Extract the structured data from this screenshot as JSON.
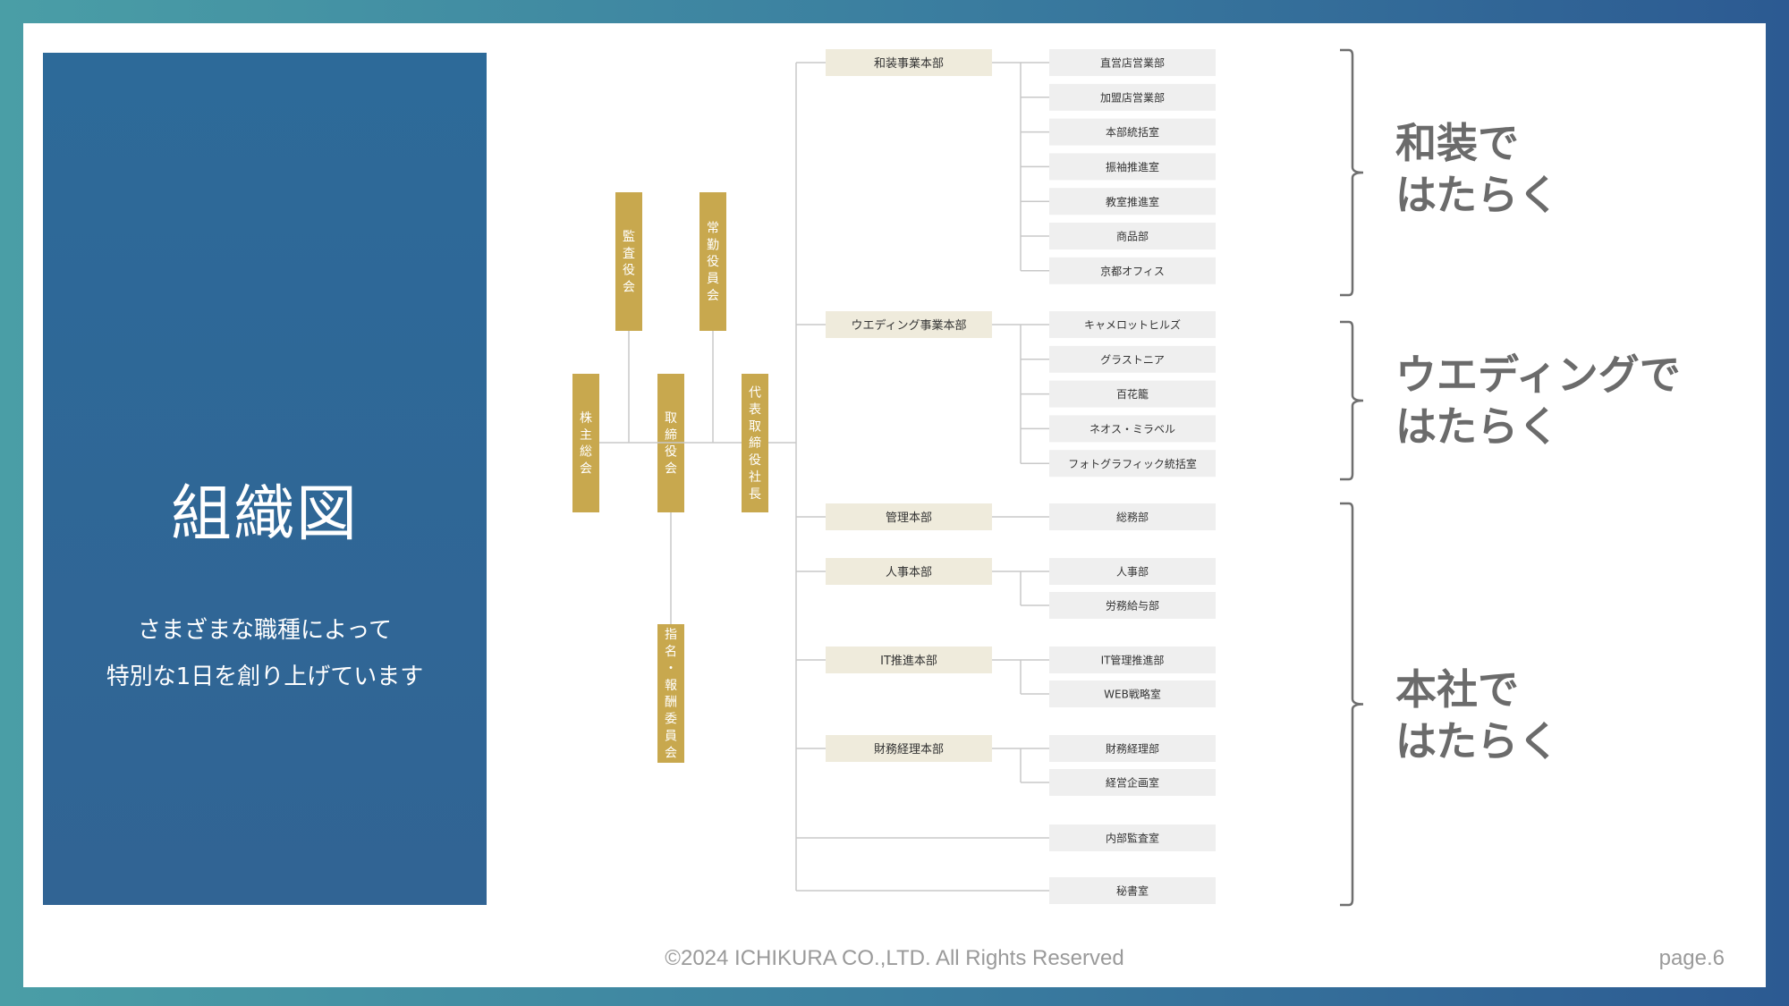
{
  "left": {
    "title": "組織図",
    "subtitle_lines": [
      "さまざまな職種によって",
      "特別な1日を創り上げています"
    ]
  },
  "governance": {
    "kansayakukai": "監査役会",
    "joukinyakuinkai": "常勤役員会",
    "kabunushi": "株主総会",
    "torishimariyakukai": "取締役会",
    "daihyo": "代表取締役社長",
    "shimei": "指名・報酬委員会"
  },
  "divisions": [
    {
      "name": "和装事業本部",
      "depts": [
        "直営店営業部",
        "加盟店営業部",
        "本部統括室",
        "振袖推進室",
        "教室推進室",
        "商品部",
        "京都オフィス"
      ]
    },
    {
      "name": "ウエディング事業本部",
      "depts": [
        "キャメロットヒルズ",
        "グラストニア",
        "百花籠",
        "ネオス・ミラベル",
        "フォトグラフィック統括室"
      ]
    },
    {
      "name": "管理本部",
      "depts": [
        "総務部"
      ]
    },
    {
      "name": "人事本部",
      "depts": [
        "人事部",
        "労務給与部"
      ]
    },
    {
      "name": "IT推進本部",
      "depts": [
        "IT管理推進部",
        "WEB戦略室"
      ]
    },
    {
      "name": "財務経理本部",
      "depts": [
        "財務経理部",
        "経営企画室"
      ]
    }
  ],
  "standalone": [
    "内部監査室",
    "秘書室"
  ],
  "groups": [
    {
      "lines": [
        "和装で",
        "はたらく"
      ]
    },
    {
      "lines": [
        "ウエディングで",
        "はたらく"
      ]
    },
    {
      "lines": [
        "本社で",
        "はたらく"
      ]
    }
  ],
  "footer": {
    "copyright": "©2024 ICHIKURA CO.,LTD. All Rights Reserved",
    "page": "page.6"
  },
  "colors": {
    "gold": "#c8a84e",
    "division_fill": "#efebdc",
    "dept_fill": "#efefef",
    "line": "#c8c8c8",
    "panel": "#2d6a99"
  }
}
